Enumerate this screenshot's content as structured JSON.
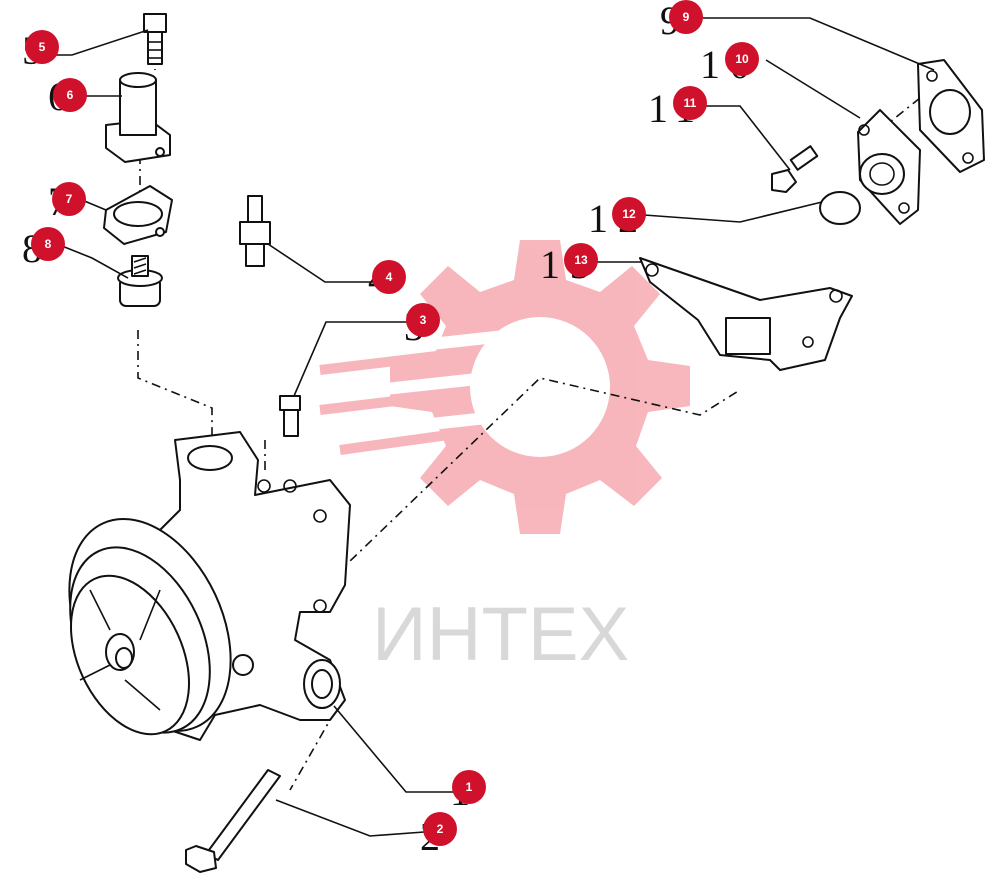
{
  "watermark": {
    "text": "ИНТЕХ",
    "color": "#f0a0a8"
  },
  "callout_color": "#d0112b",
  "callouts": [
    {
      "label": "1"
    },
    {
      "label": "2"
    },
    {
      "label": "3"
    },
    {
      "label": "4"
    },
    {
      "label": "5"
    },
    {
      "label": "6"
    },
    {
      "label": "7"
    },
    {
      "label": "8"
    },
    {
      "label": "9"
    },
    {
      "label": "10"
    },
    {
      "label": "11"
    },
    {
      "label": "12"
    },
    {
      "label": "13"
    }
  ]
}
